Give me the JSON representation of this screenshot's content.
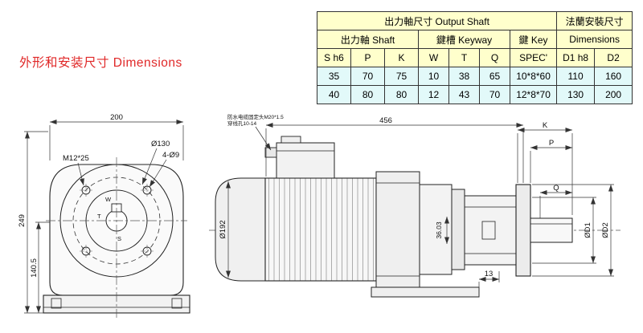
{
  "title": "外形和安装尺寸 Dimensions",
  "table": {
    "header_output_shaft": "出力軸尺寸 Output Shaft",
    "header_flange_cn": "法蘭安裝尺寸",
    "header_flange_en": "Dimensions",
    "header_shaft": "出力軸 Shaft",
    "header_keyway": "鍵槽 Keyway",
    "header_key": "鍵 Key",
    "columns": [
      "S h6",
      "P",
      "K",
      "W",
      "T",
      "Q",
      "SPEC'",
      "D1 h8",
      "D2"
    ],
    "rows": [
      [
        "35",
        "70",
        "75",
        "10",
        "38",
        "65",
        "10*8*60",
        "110",
        "160"
      ],
      [
        "40",
        "80",
        "80",
        "12",
        "43",
        "70",
        "12*8*70",
        "130",
        "200"
      ]
    ]
  },
  "front_view": {
    "dim_width": "200",
    "dim_height": "249",
    "dim_axis_height": "140.5",
    "label_bolt": "M12*25",
    "label_circle": "Ø130",
    "label_holes": "4-Ø9",
    "label_w": "W",
    "label_t": "T",
    "label_s": "S"
  },
  "side_view": {
    "dim_length": "456",
    "dim_diameter": "Ø192",
    "dim_gear": "36.03",
    "dim_foot": "13",
    "dim_k": "K",
    "dim_p": "P",
    "dim_q": "Q",
    "dim_d1": "ØD1",
    "dim_d2": "ØD2",
    "note_line1": "防水电缆固定头M20*1.5",
    "note_line2": "穿线孔10-14"
  }
}
